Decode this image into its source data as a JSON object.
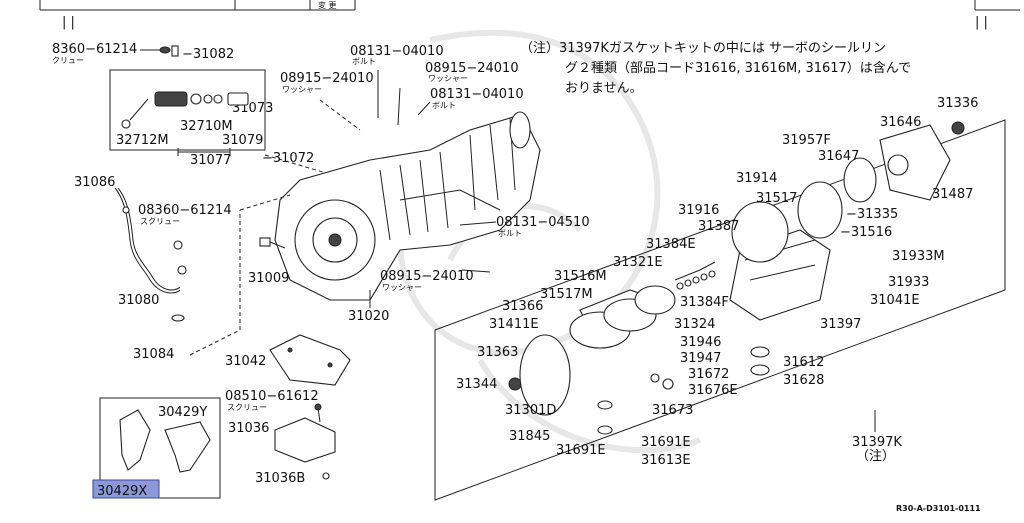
{
  "header": {
    "stamp": "変 更",
    "tick_marks": "| |"
  },
  "note": {
    "line1": "（注）31397Kガスケットキットの中には サーボのシールリン",
    "line2": "グ２種類（部品コード31616, 31616M, 31617）は含んで",
    "line3": "おりません。"
  },
  "labels": {
    "l8360a": "8360−61214",
    "l8360a_jp": "クリュー",
    "l31082": "−31082",
    "l08131a": "08131−04010",
    "l08131a_jp": "ボルト",
    "l08915a": "08915−24010",
    "l08915a_jp": "ワッシャー",
    "l08915b": "08915−24010",
    "l08915b_jp": "ワッシャー",
    "l08131b": "08131−04010",
    "l08131b_jp": "ボルト",
    "l31073": "31073",
    "l32710m": "32710M",
    "l32712m": "32712M",
    "l31079": "31079",
    "l31077": "31077",
    "l31072": "−31072",
    "l31086": "31086",
    "l08360b": "08360−61214",
    "l08360b_jp": "スクリュー",
    "l31080": "31080",
    "l31084": "31084",
    "l31009": "31009",
    "l31020": "31020",
    "l08131c": "08131−04510",
    "l08131c_jp": "ボルト",
    "l08915c": "08915−24010",
    "l08915c_jp": "ワッシャー",
    "l31042": "31042",
    "l08510": "08510−61612",
    "l08510_jp": "スクリュー",
    "l31036": "31036",
    "l31036b": "31036B",
    "l30429y": "30429Y",
    "l30429x": "30429X",
    "l31336": "31336",
    "l31646": "31646",
    "l31957f": "31957F",
    "l31647": "31647",
    "l31487": "31487",
    "l31914": "31914",
    "l31517": "31517",
    "l31916": "31916",
    "l31387": "31387",
    "l31335": "−31335",
    "l31516": "−31516",
    "l31384e": "31384E",
    "l31933m": "31933M",
    "l31933": "31933",
    "l31041e": "31041E",
    "l31321e": "31321E",
    "l31516m": "31516M",
    "l31517m": "31517M",
    "l31384f": "31384F",
    "l31366": "31366",
    "l31324": "31324",
    "l31411e": "31411E",
    "l31397": "31397",
    "l31946": "31946",
    "l31363": "31363",
    "l31947": "31947",
    "l31612": "31612",
    "l31672": "31672",
    "l31628": "31628",
    "l31344": "31344",
    "l31676e": "31676E",
    "l31301d": "31301D",
    "l31673": "31673",
    "l31845": "31845",
    "l31691e_a": "31691E",
    "l31691e_b": "31691E",
    "l31613e": "31613E",
    "l31397k": "31397K",
    "l31397k_note": "（注）"
  },
  "reference_code": "R30-A-D3101-0111",
  "highlight": {
    "part": "30429X",
    "color": "#8d98d9"
  }
}
